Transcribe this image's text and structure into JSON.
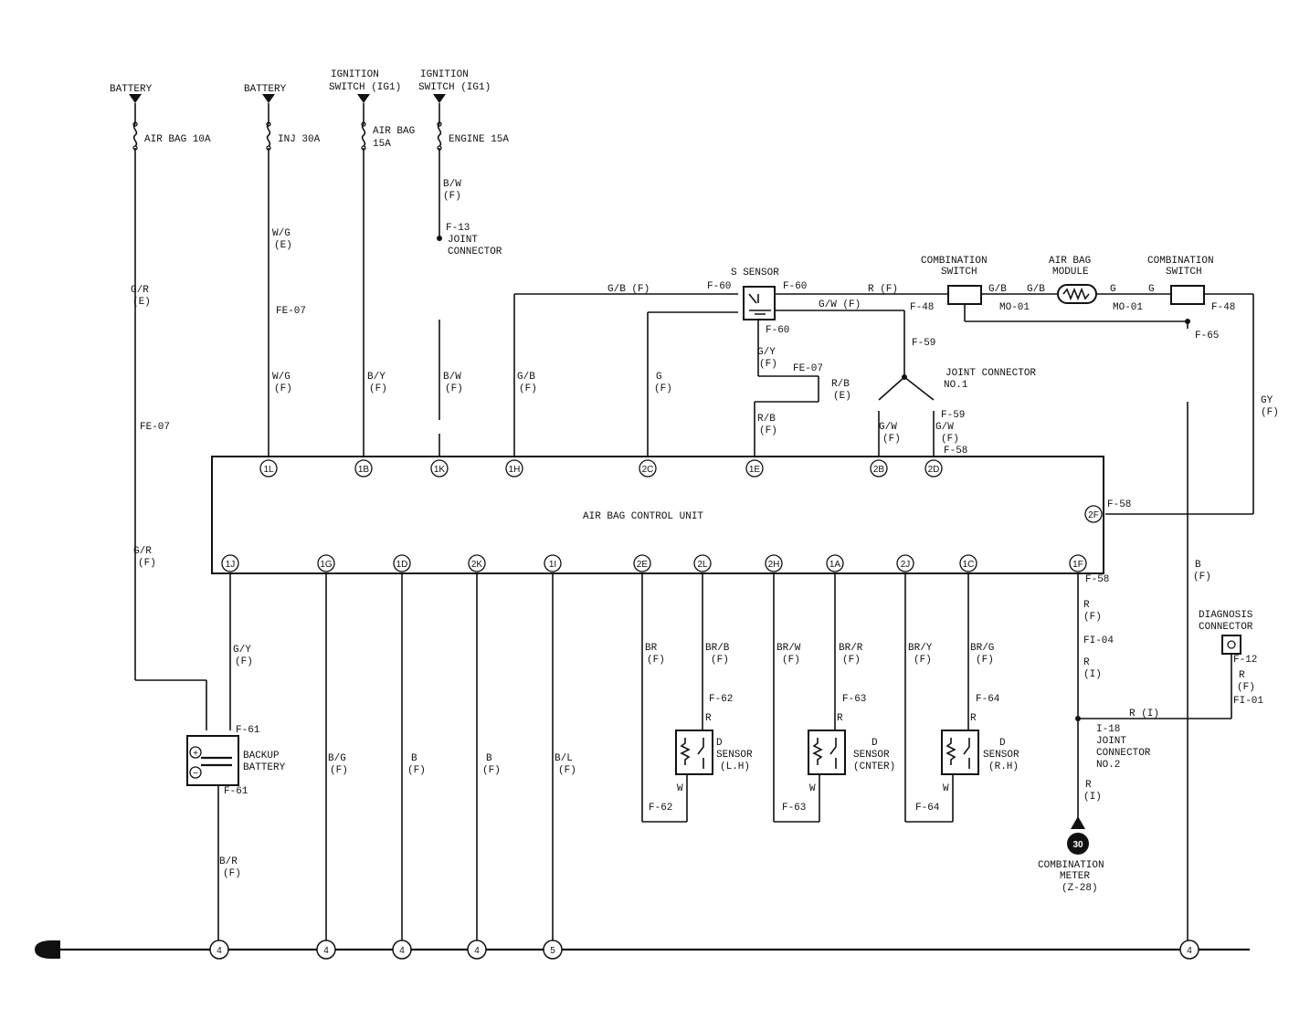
{
  "sources": {
    "battery1": "BATTERY",
    "battery2": "BATTERY",
    "ign1_l1": "IGNITION",
    "ign1_l2": "SWITCH (IG1)",
    "ign2_l1": "IGNITION",
    "ign2_l2": "SWITCH (IG1)"
  },
  "fuses": {
    "f1": "AIR BAG 10A",
    "f2": "INJ 30A",
    "f3_l1": "AIR BAG",
    "f3_l2": "15A",
    "f4": "ENGINE 15A"
  },
  "wires": {
    "w1_top": "G/R",
    "w1_top_c": "(E)",
    "w1_bot": "G/R",
    "w1_bot_c": "(F)",
    "w2_top": "W/G",
    "w2_top_c": "(E)",
    "w2_bot": "W/G",
    "w2_bot_c": "(F)",
    "w3": "B/Y",
    "w3_c": "(F)",
    "w4_top": "B/W",
    "w4_top_c": "(F)",
    "w4_bot": "B/W",
    "w4_bot_c": "(F)",
    "w5": "G/B",
    "w5_c": "(F)",
    "w5_top": "G/B (F)",
    "w6": "G",
    "w6_c": "(F)",
    "gy1": "G/Y",
    "gy1_c": "(F)",
    "rb1": "R/B",
    "rb1_c": "(E)",
    "rb2": "R/B",
    "rb2_c": "(F)",
    "rf": "R (F)",
    "gwf": "G/W (F)",
    "gw1": "G/W",
    "gw1_c": "(F)",
    "gw2": "G/W",
    "gw2_c": "(F)",
    "gb2": "G/B",
    "gb3": "G/B",
    "g1": "G",
    "g2": "G",
    "gy2": "GY",
    "gy2_c": "(F)",
    "b_right": "B",
    "b_right_c": "(F)",
    "gy3": "G/Y",
    "gy3_c": "(F)",
    "br_bot": "B/R",
    "br_bot_c": "(F)",
    "bg": "B/G",
    "bg_c": "(F)",
    "b1": "B",
    "b1_c": "(F)",
    "b2": "B",
    "b2_c": "(F)",
    "bl": "B/L",
    "bl_c": "(F)",
    "br1": "BR",
    "br1_c": "(F)",
    "brb": "BR/B",
    "brb_c": "(F)",
    "brw": "BR/W",
    "brw_c": "(F)",
    "brr": "BR/R",
    "brr_c": "(F)",
    "bry": "BR/Y",
    "bry_c": "(F)",
    "brg": "BR/G",
    "brg_c": "(F)",
    "r1": "R",
    "r2": "R",
    "r3": "R",
    "w_1": "W",
    "w_2": "W",
    "w_3": "W",
    "r_1f": "R",
    "r_1f_c": "(F)",
    "r_i1": "R",
    "r_i1_c": "(I)",
    "r_i2": "R",
    "r_i2_c": "(I)",
    "r_diag": "R",
    "r_diag_c": "(F)",
    "r_i3": "R (I)"
  },
  "connectors": {
    "fe07a": "FE-07",
    "fe07b": "FE-07",
    "fe07c": "FE-07",
    "f13": "F-13",
    "f60a": "F-60",
    "f60b": "F-60",
    "f60c": "F-60",
    "f48a": "F-48",
    "f48b": "F-48",
    "mo01a": "MO-01",
    "mo01b": "MO-01",
    "f65": "F-65",
    "f59a": "F-59",
    "f59b": "F-59",
    "f58a": "F-58",
    "f58b": "F-58",
    "f58c": "F-58",
    "f61a": "F-61",
    "f61b": "F-61",
    "f62a": "F-62",
    "f62b": "F-62",
    "f63a": "F-63",
    "f63b": "F-63",
    "f64a": "F-64",
    "f64b": "F-64",
    "fi04": "FI-04",
    "fi01": "FI-01",
    "f12": "F-12",
    "i18": "I-18"
  },
  "components": {
    "joint1_l1": "JOINT",
    "joint1_l2": "CONNECTOR",
    "s_sensor": "S SENSOR",
    "comb1_l1": "COMBINATION",
    "comb1_l2": "SWITCH",
    "airbag_l1": "AIR BAG",
    "airbag_l2": "MODULE",
    "comb2_l1": "COMBINATION",
    "comb2_l2": "SWITCH",
    "jc1_l1": "JOINT CONNECTOR",
    "jc1_l2": "NO.1",
    "acu": "AIR BAG CONTROL UNIT",
    "backup_l1": "BACKUP",
    "backup_l2": "BATTERY",
    "dl_l1": "D",
    "dl_l2": "SENSOR",
    "dl_l3": "(L.H)",
    "dc_l1": "D",
    "dc_l2": "SENSOR",
    "dc_l3": "(CNTER)",
    "dr_l1": "D",
    "dr_l2": "SENSOR",
    "dr_l3": "(R.H)",
    "jc2_l1": "JOINT",
    "jc2_l2": "CONNECTOR",
    "jc2_l3": "NO.2",
    "diag_l1": "DIAGNOSIS",
    "diag_l2": "CONNECTOR",
    "meter_l1": "COMBINATION",
    "meter_l2": "METER",
    "meter_l3": "(Z-28)",
    "meter_pin": "30"
  },
  "pins": {
    "p1L": "1L",
    "p1B": "1B",
    "p1K": "1K",
    "p1H": "1H",
    "p2C": "2C",
    "p1E": "1E",
    "p2B": "2B",
    "p2D": "2D",
    "p2F": "2F",
    "p1J": "1J",
    "p1G": "1G",
    "p1D": "1D",
    "p2K": "2K",
    "p1I": "1I",
    "p2E": "2E",
    "p2L": "2L",
    "p2H": "2H",
    "p1A": "1A",
    "p2J": "2J",
    "p1C": "1C",
    "p1F": "1F"
  },
  "grounds": {
    "g240": "4",
    "g357": "4",
    "g440": "4",
    "g522": "4",
    "g605": "5",
    "g1302": "4"
  }
}
